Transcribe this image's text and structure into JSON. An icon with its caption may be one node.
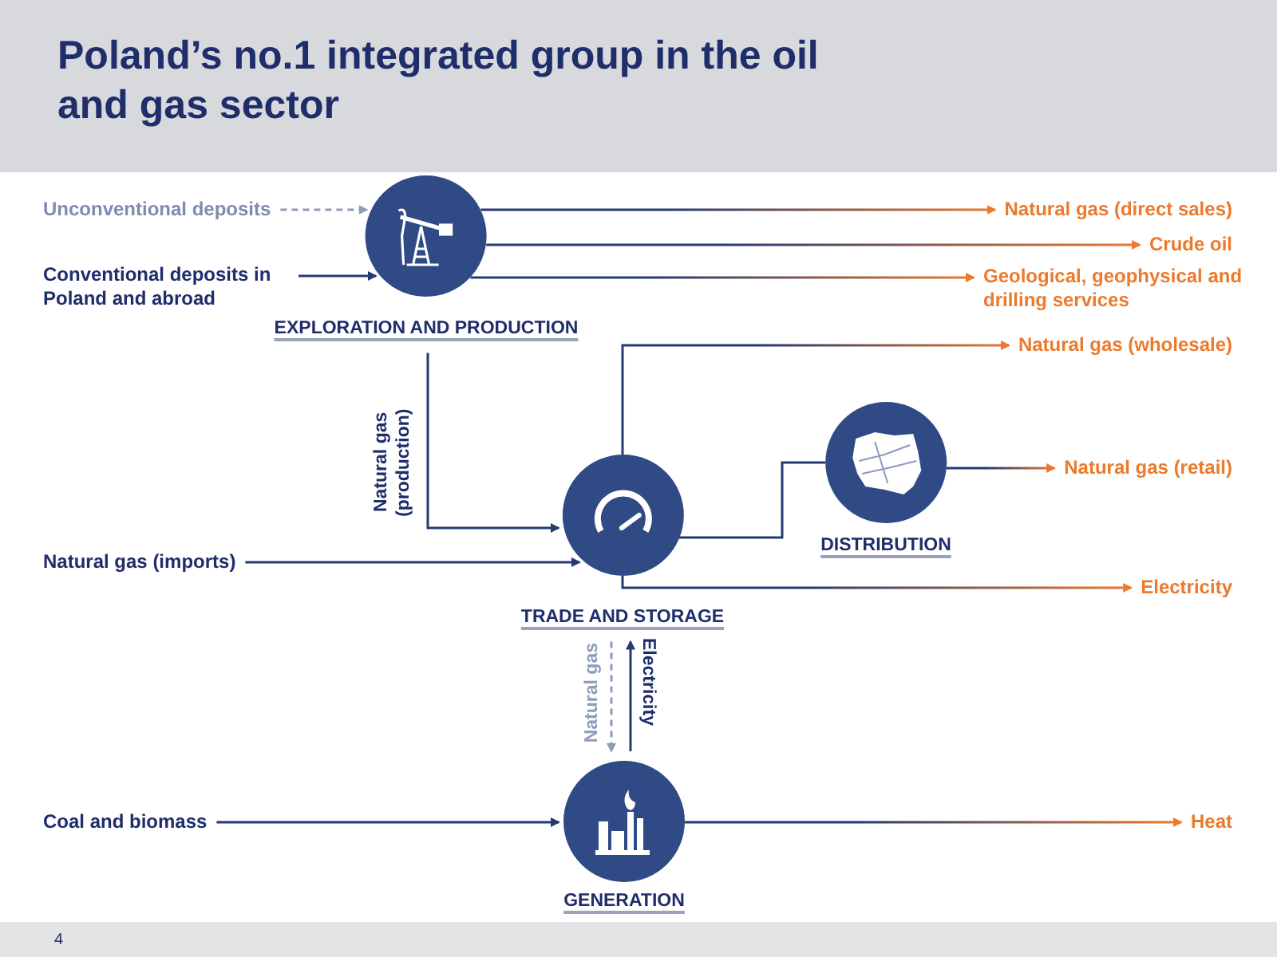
{
  "diagram": {
    "title": "Poland’s no.1 integrated group in the oil and gas sector",
    "nodes": [
      {
        "text": [
          "Unconventional deposits"
        ]
      },
      {
        "text": [
          "Conventional deposits in Poland and abroad"
        ]
      },
      {
        "text": [
          "EXPLORATION AND PRODUCTION"
        ]
      },
      {
        "text": [
          "Natural gas (direct sales)"
        ]
      },
      {
        "text": [
          "Crude oil"
        ]
      },
      {
        "text": [
          "Geological, geophysical and drilling services"
        ]
      },
      {
        "text": [
          "Natural gas (wholesale)"
        ]
      },
      {
        "text": [
          "DISTRIBUTION"
        ]
      },
      {
        "text": [
          "Natural gas (retail)"
        ]
      },
      {
        "text": [
          "Natural gas (imports)"
        ]
      },
      {
        "text": [
          "TRADE AND STORAGE"
        ]
      },
      {
        "text": [
          "Electricity"
        ]
      },
      {
        "text": [
          "Coal and biomass"
        ]
      },
      {
        "text": [
          "GENERATION"
        ]
      },
      {
        "text": [
          "Heat"
        ]
      }
    ],
    "edges": [
      {
        "from": 0,
        "to": 2,
        "arrow": "to",
        "style": "dashed",
        "color": "#8f9bbb"
      },
      {
        "from": 1,
        "to": 2,
        "arrow": "to"
      },
      {
        "from": 2,
        "to": 3,
        "arrow": "to",
        "color": "#ec7a2c"
      },
      {
        "from": 2,
        "to": 4,
        "arrow": "to",
        "color": "#ec7a2c"
      },
      {
        "from": 2,
        "to": 5,
        "arrow": "to",
        "color": "#ec7a2c"
      },
      {
        "from": 2,
        "to": 10,
        "arrow": "to",
        "label": "Natural gas (production)"
      },
      {
        "from": 10,
        "to": 6,
        "arrow": "to",
        "color": "#ec7a2c"
      },
      {
        "from": 10,
        "to": 7,
        "arrow": "none"
      },
      {
        "from": 7,
        "to": 8,
        "arrow": "to",
        "color": "#ec7a2c"
      },
      {
        "from": 9,
        "to": 10,
        "arrow": "to"
      },
      {
        "from": 10,
        "to": 11,
        "arrow": "to",
        "color": "#ec7a2c"
      },
      {
        "from": 13,
        "to": 10,
        "arrow": "to",
        "label": "Electricity"
      },
      {
        "from": 10,
        "to": 13,
        "arrow": "to",
        "style": "dashed",
        "color": "#8f9bbb",
        "label": "Natural gas"
      },
      {
        "from": 12,
        "to": 13,
        "arrow": "to"
      },
      {
        "from": 13,
        "to": 14,
        "arrow": "to",
        "color": "#ec7a2c"
      }
    ],
    "labels": [
      "4"
    ]
  }
}
